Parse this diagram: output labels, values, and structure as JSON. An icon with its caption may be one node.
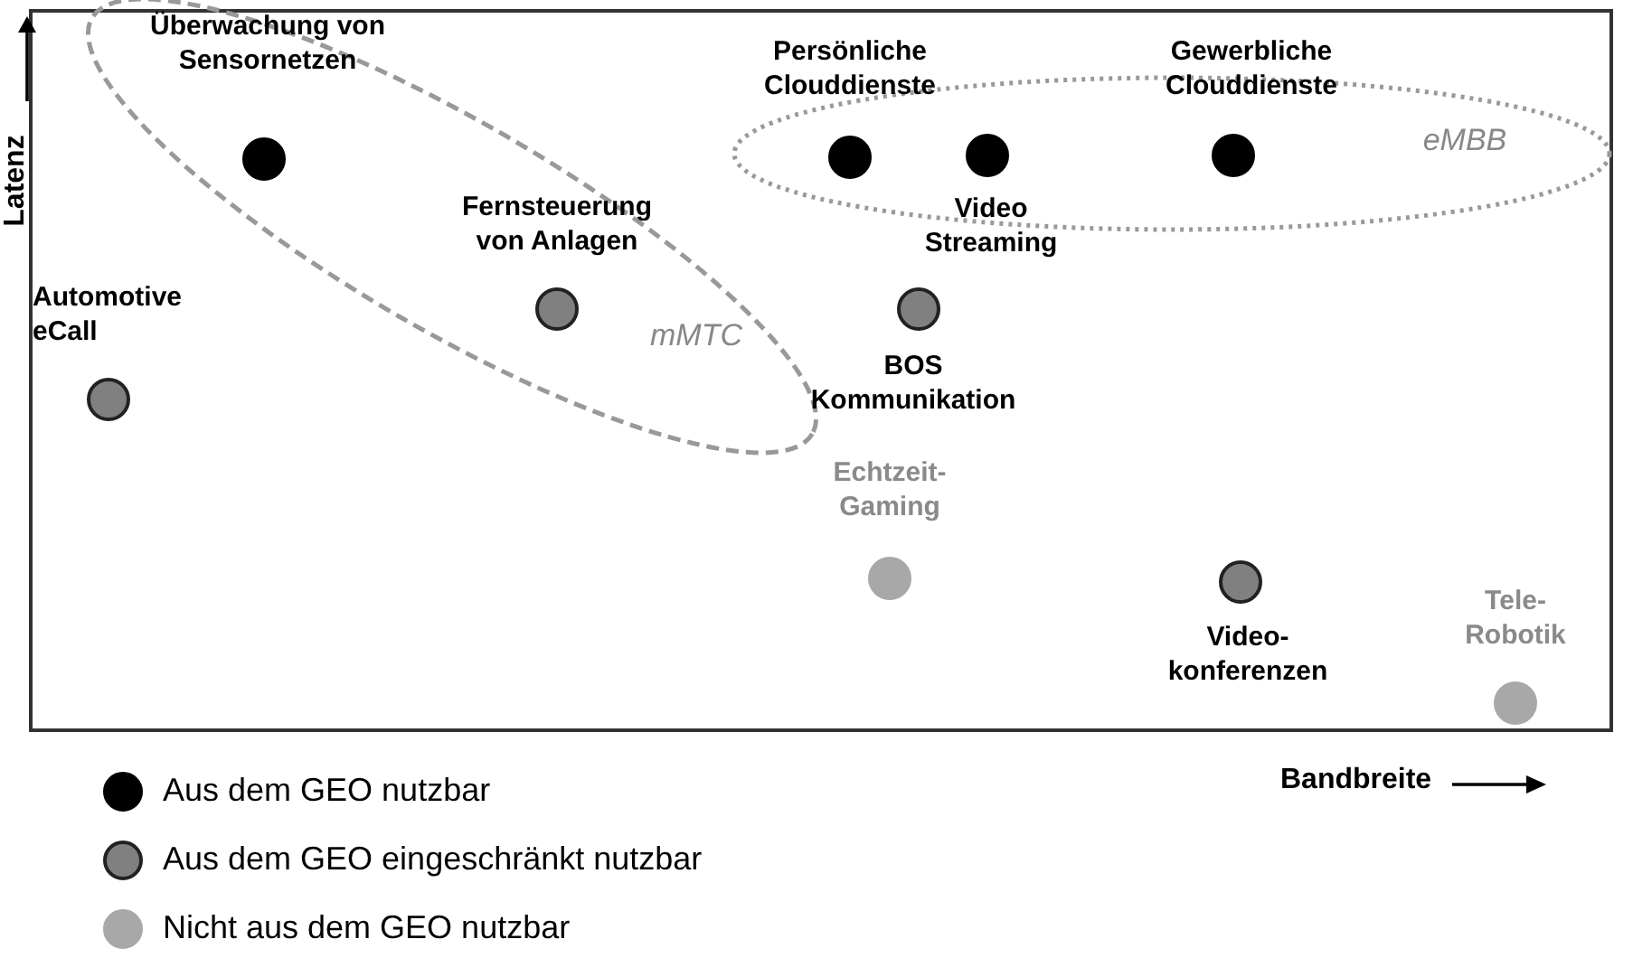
{
  "diagram": {
    "nodes": [
      {
        "text": [
          "mMTC"
        ]
      },
      {
        "text": [
          "eMBB"
        ]
      },
      {
        "text": [],
        "shape": "circle",
        "beside": [
          "Überwachung von Sensornetzen"
        ],
        "in": 0
      },
      {
        "text": [],
        "shape": "circle",
        "beside": [
          "Fernsteuerung von Anlagen"
        ],
        "in": 0
      },
      {
        "text": [],
        "shape": "circle",
        "beside": [
          "Automotive eCall"
        ]
      },
      {
        "text": [],
        "shape": "circle",
        "beside": [
          "Persönliche Clouddienste"
        ],
        "in": 1
      },
      {
        "text": [],
        "shape": "circle",
        "beside": [
          "Video Streaming"
        ],
        "in": 1
      },
      {
        "text": [],
        "shape": "circle",
        "beside": [
          "Gewerbliche Clouddienste"
        ],
        "in": 1
      },
      {
        "text": [],
        "shape": "circle",
        "beside": [
          "BOS Kommunikation"
        ]
      },
      {
        "text": [],
        "shape": "circle",
        "beside": [
          "Echtzeit- Gaming"
        ]
      },
      {
        "text": [],
        "shape": "circle",
        "beside": [
          "Video- konferenzen"
        ]
      },
      {
        "text": [],
        "shape": "circle",
        "beside": [
          "Tele- Robotik"
        ]
      }
    ],
    "edges": [],
    "labels": [
      "Latenz",
      "Bandbreite"
    ],
    "legend": [
      {
        "text": "Aus dem GEO nutzbar",
        "color": "#000000"
      },
      {
        "text": "Aus dem GEO eingeschränkt nutzbar",
        "color": "#808080"
      },
      {
        "text": "Nicht aus dem GEO nutzbar",
        "color": "#a8a8a8"
      }
    ]
  }
}
